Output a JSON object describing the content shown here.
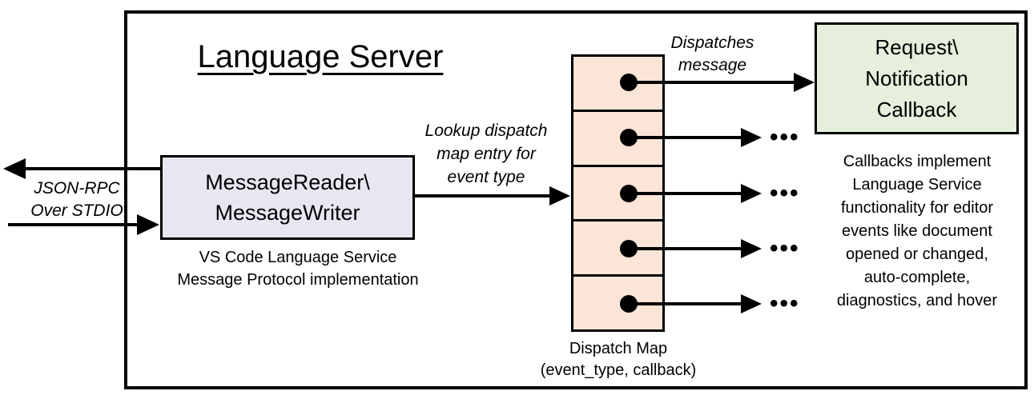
{
  "title": "Language Server",
  "left_io": {
    "label_lines": [
      "JSON-RPC",
      "Over STDIO"
    ]
  },
  "message_reader": {
    "lines": [
      "MessageReader\\",
      "MessageWriter"
    ],
    "caption_lines": [
      "VS Code Language Service",
      "Message Protocol implementation"
    ]
  },
  "lookup_label_lines": [
    "Lookup dispatch",
    "map entry for",
    "event type"
  ],
  "dispatches_label_lines": [
    "Dispatches",
    "message"
  ],
  "dispatch_map": {
    "cell_count": 5,
    "caption_lines": [
      "Dispatch Map",
      "(event_type, callback)"
    ]
  },
  "callback_box": {
    "lines": [
      "Request\\",
      "Notification",
      "Callback"
    ]
  },
  "callbacks_note_lines": [
    "Callbacks implement",
    "Language Service",
    "functionality for editor",
    "events like document",
    "opened or changed,",
    "auto-complete,",
    "diagnostics, and hover"
  ],
  "ellipsis": "•••",
  "colors": {
    "reader_fill": "#E8E7F1",
    "dispatch_fill": "#FBE5D6",
    "callback_fill": "#E5EFDC",
    "stroke": "#000000"
  }
}
